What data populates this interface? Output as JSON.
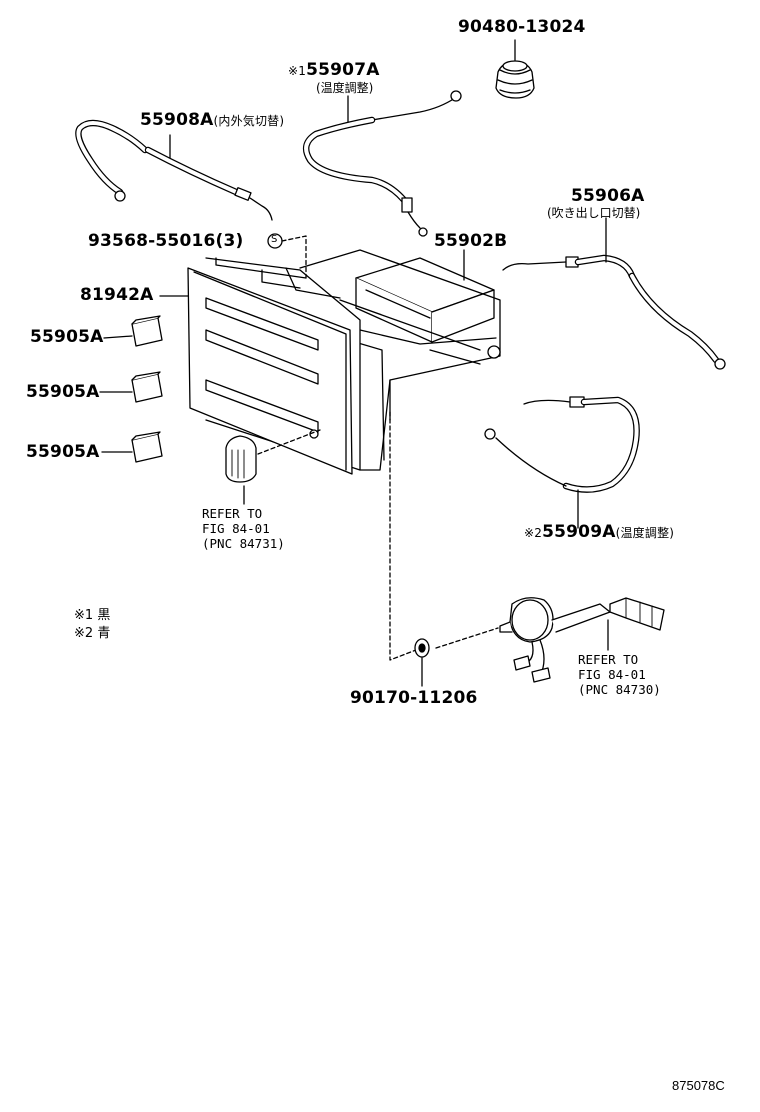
{
  "parts": {
    "p90480": {
      "label": "90480-13024"
    },
    "p55907": {
      "mark": "※1",
      "label": "55907A",
      "sub": "(温度調整)"
    },
    "p55908": {
      "label": "55908A",
      "sub": "(内外気切替)"
    },
    "p93568": {
      "label": "93568-55016(3)",
      "symbol": "S"
    },
    "p55902": {
      "label": "55902B"
    },
    "p55906": {
      "label": "55906A",
      "sub": "(吹き出し口切替)"
    },
    "p81942": {
      "label": "81942A"
    },
    "p55905a": {
      "label": "55905A"
    },
    "p55905b": {
      "label": "55905A"
    },
    "p55905c": {
      "label": "55905A"
    },
    "p55909": {
      "mark": "※2",
      "label": "55909A",
      "sub": "(温度調整)"
    },
    "p90170": {
      "label": "90170-11206"
    }
  },
  "refs": {
    "ref_knob": {
      "line1": "REFER TO",
      "line2": "FIG 84-01",
      "line3": "(PNC 84731)"
    },
    "ref_switch": {
      "line1": "REFER TO",
      "line2": "FIG 84-01",
      "line3": "(PNC 84730)"
    }
  },
  "notes": [
    {
      "mark": "※1",
      "text": "黒"
    },
    {
      "mark": "※2",
      "text": "青"
    }
  ],
  "illustration_code": "875078C"
}
